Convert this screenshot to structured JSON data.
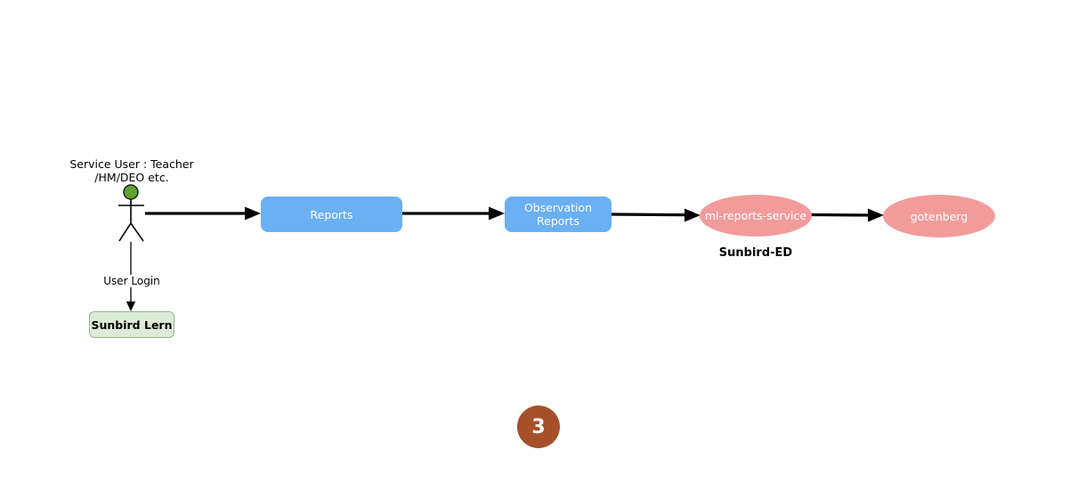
{
  "diagram": {
    "actor": {
      "label": "Service User : Teacher\n/HM/DEO etc.",
      "head_color": "#5FA32D"
    },
    "nodes": {
      "reports": {
        "label": "Reports",
        "shape": "rounded-rect",
        "fill": "#6AB0F3",
        "text_color": "#FFFFFF"
      },
      "observation_reports": {
        "label": "Observation\nReports",
        "shape": "rounded-rect",
        "fill": "#6AB0F3",
        "text_color": "#FFFFFF"
      },
      "ml_reports_service": {
        "label": "ml-reports-service",
        "shape": "ellipse",
        "fill": "#F19C9B",
        "text_color": "#FFFFFF",
        "caption": "Sunbird-ED"
      },
      "gotenberg": {
        "label": "gotenberg",
        "shape": "ellipse",
        "fill": "#F19C9B",
        "text_color": "#FFFFFF"
      },
      "sunbird_lern": {
        "label": "Sunbird Lern",
        "shape": "rounded-rect",
        "fill": "#DCEBD8",
        "border_color": "#93B585",
        "text_color": "#000000"
      }
    },
    "edges": {
      "actor_to_reports": {
        "label": ""
      },
      "reports_to_observation_reports": {
        "label": ""
      },
      "observation_reports_to_ml_reports_service": {
        "label": ""
      },
      "ml_reports_service_to_gotenberg": {
        "label": ""
      },
      "actor_to_sunbird_lern": {
        "label": "User Login"
      }
    },
    "step_badge": {
      "value": "3",
      "fill": "#A5502B",
      "text_color": "#FFFFFF"
    }
  }
}
